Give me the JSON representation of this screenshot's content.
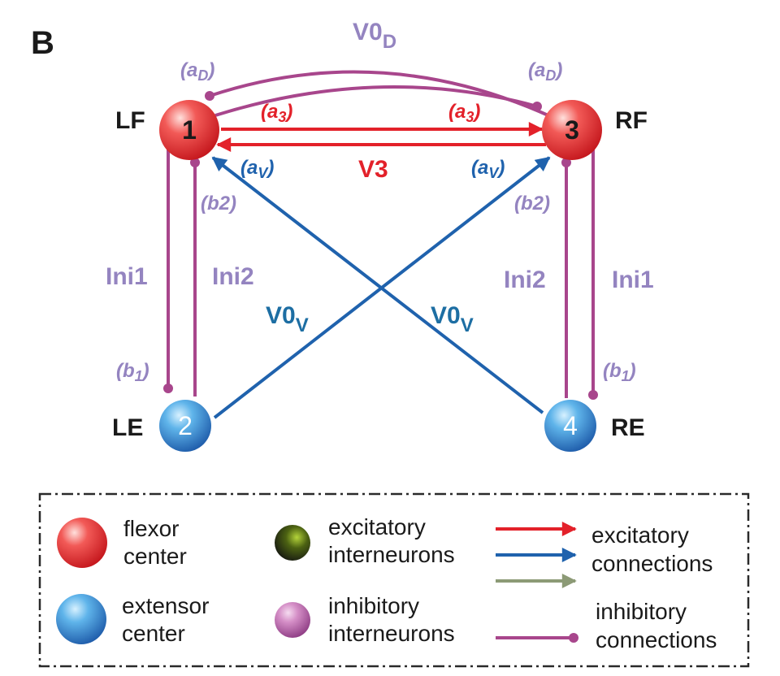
{
  "panel_label": "B",
  "nodes": {
    "lf": {
      "name": "LF",
      "number": "1"
    },
    "le": {
      "name": "LE",
      "number": "2"
    },
    "rf": {
      "name": "RF",
      "number": "3"
    },
    "re": {
      "name": "RE",
      "number": "4"
    }
  },
  "labels": {
    "v0d_main": "V0",
    "v0d_sub": "D",
    "ad_left_a": "(a",
    "ad_left_sub": "D",
    "ad_left_close": ")",
    "ad_right_a": "(a",
    "ad_right_sub": "D",
    "ad_right_close": ")",
    "a3_left_a": "(a",
    "a3_left_sub": "3",
    "a3_left_close": ")",
    "a3_right_a": "(a",
    "a3_right_sub": "3",
    "a3_right_close": ")",
    "v3": "V3",
    "av_left_a": "(a",
    "av_left_sub": "V",
    "av_left_close": ")",
    "av_right_a": "(a",
    "av_right_sub": "V",
    "av_right_close": ")",
    "b2_left": "(b2)",
    "b2_right": "(b2)",
    "b1_left_a": "(b",
    "b1_left_sub": "1",
    "b1_left_close": ")",
    "b1_right_a": "(b",
    "b1_right_sub": "1",
    "b1_right_close": ")",
    "ini1_left": "Ini1",
    "ini2_left": "Ini2",
    "ini2_right": "Ini2",
    "ini1_right": "Ini1",
    "v0v_left_main": "V0",
    "v0v_left_sub": "V",
    "v0v_right_main": "V0",
    "v0v_right_sub": "V"
  },
  "legend": {
    "flexor_line1": "flexor",
    "flexor_line2": "center",
    "extensor_line1": "extensor",
    "extensor_line2": "center",
    "excit_int_line1": "excitatory",
    "excit_int_line2": "interneurons",
    "inhib_int_line1": "inhibitory",
    "inhib_int_line2": "interneurons",
    "excit_conn_line1": "excitatory",
    "excit_conn_line2": "connections",
    "inhib_conn_line1": "inhibitory",
    "inhib_conn_line2": "connections"
  },
  "colors": {
    "red": "#e3212a",
    "blue": "#1f62ad",
    "purple_line": "#a8468c",
    "purple_text": "#9484c0",
    "olive": "#8c9a76",
    "flexor": "#e01e26",
    "extensor": "#2466b0",
    "excitatory_interneuron": "#6f8c16",
    "inhibitory_interneuron": "#b45ba6"
  },
  "icons": {
    "arrow_head": "arrowhead-icon",
    "dot_end": "inhibitory-dot-icon"
  }
}
